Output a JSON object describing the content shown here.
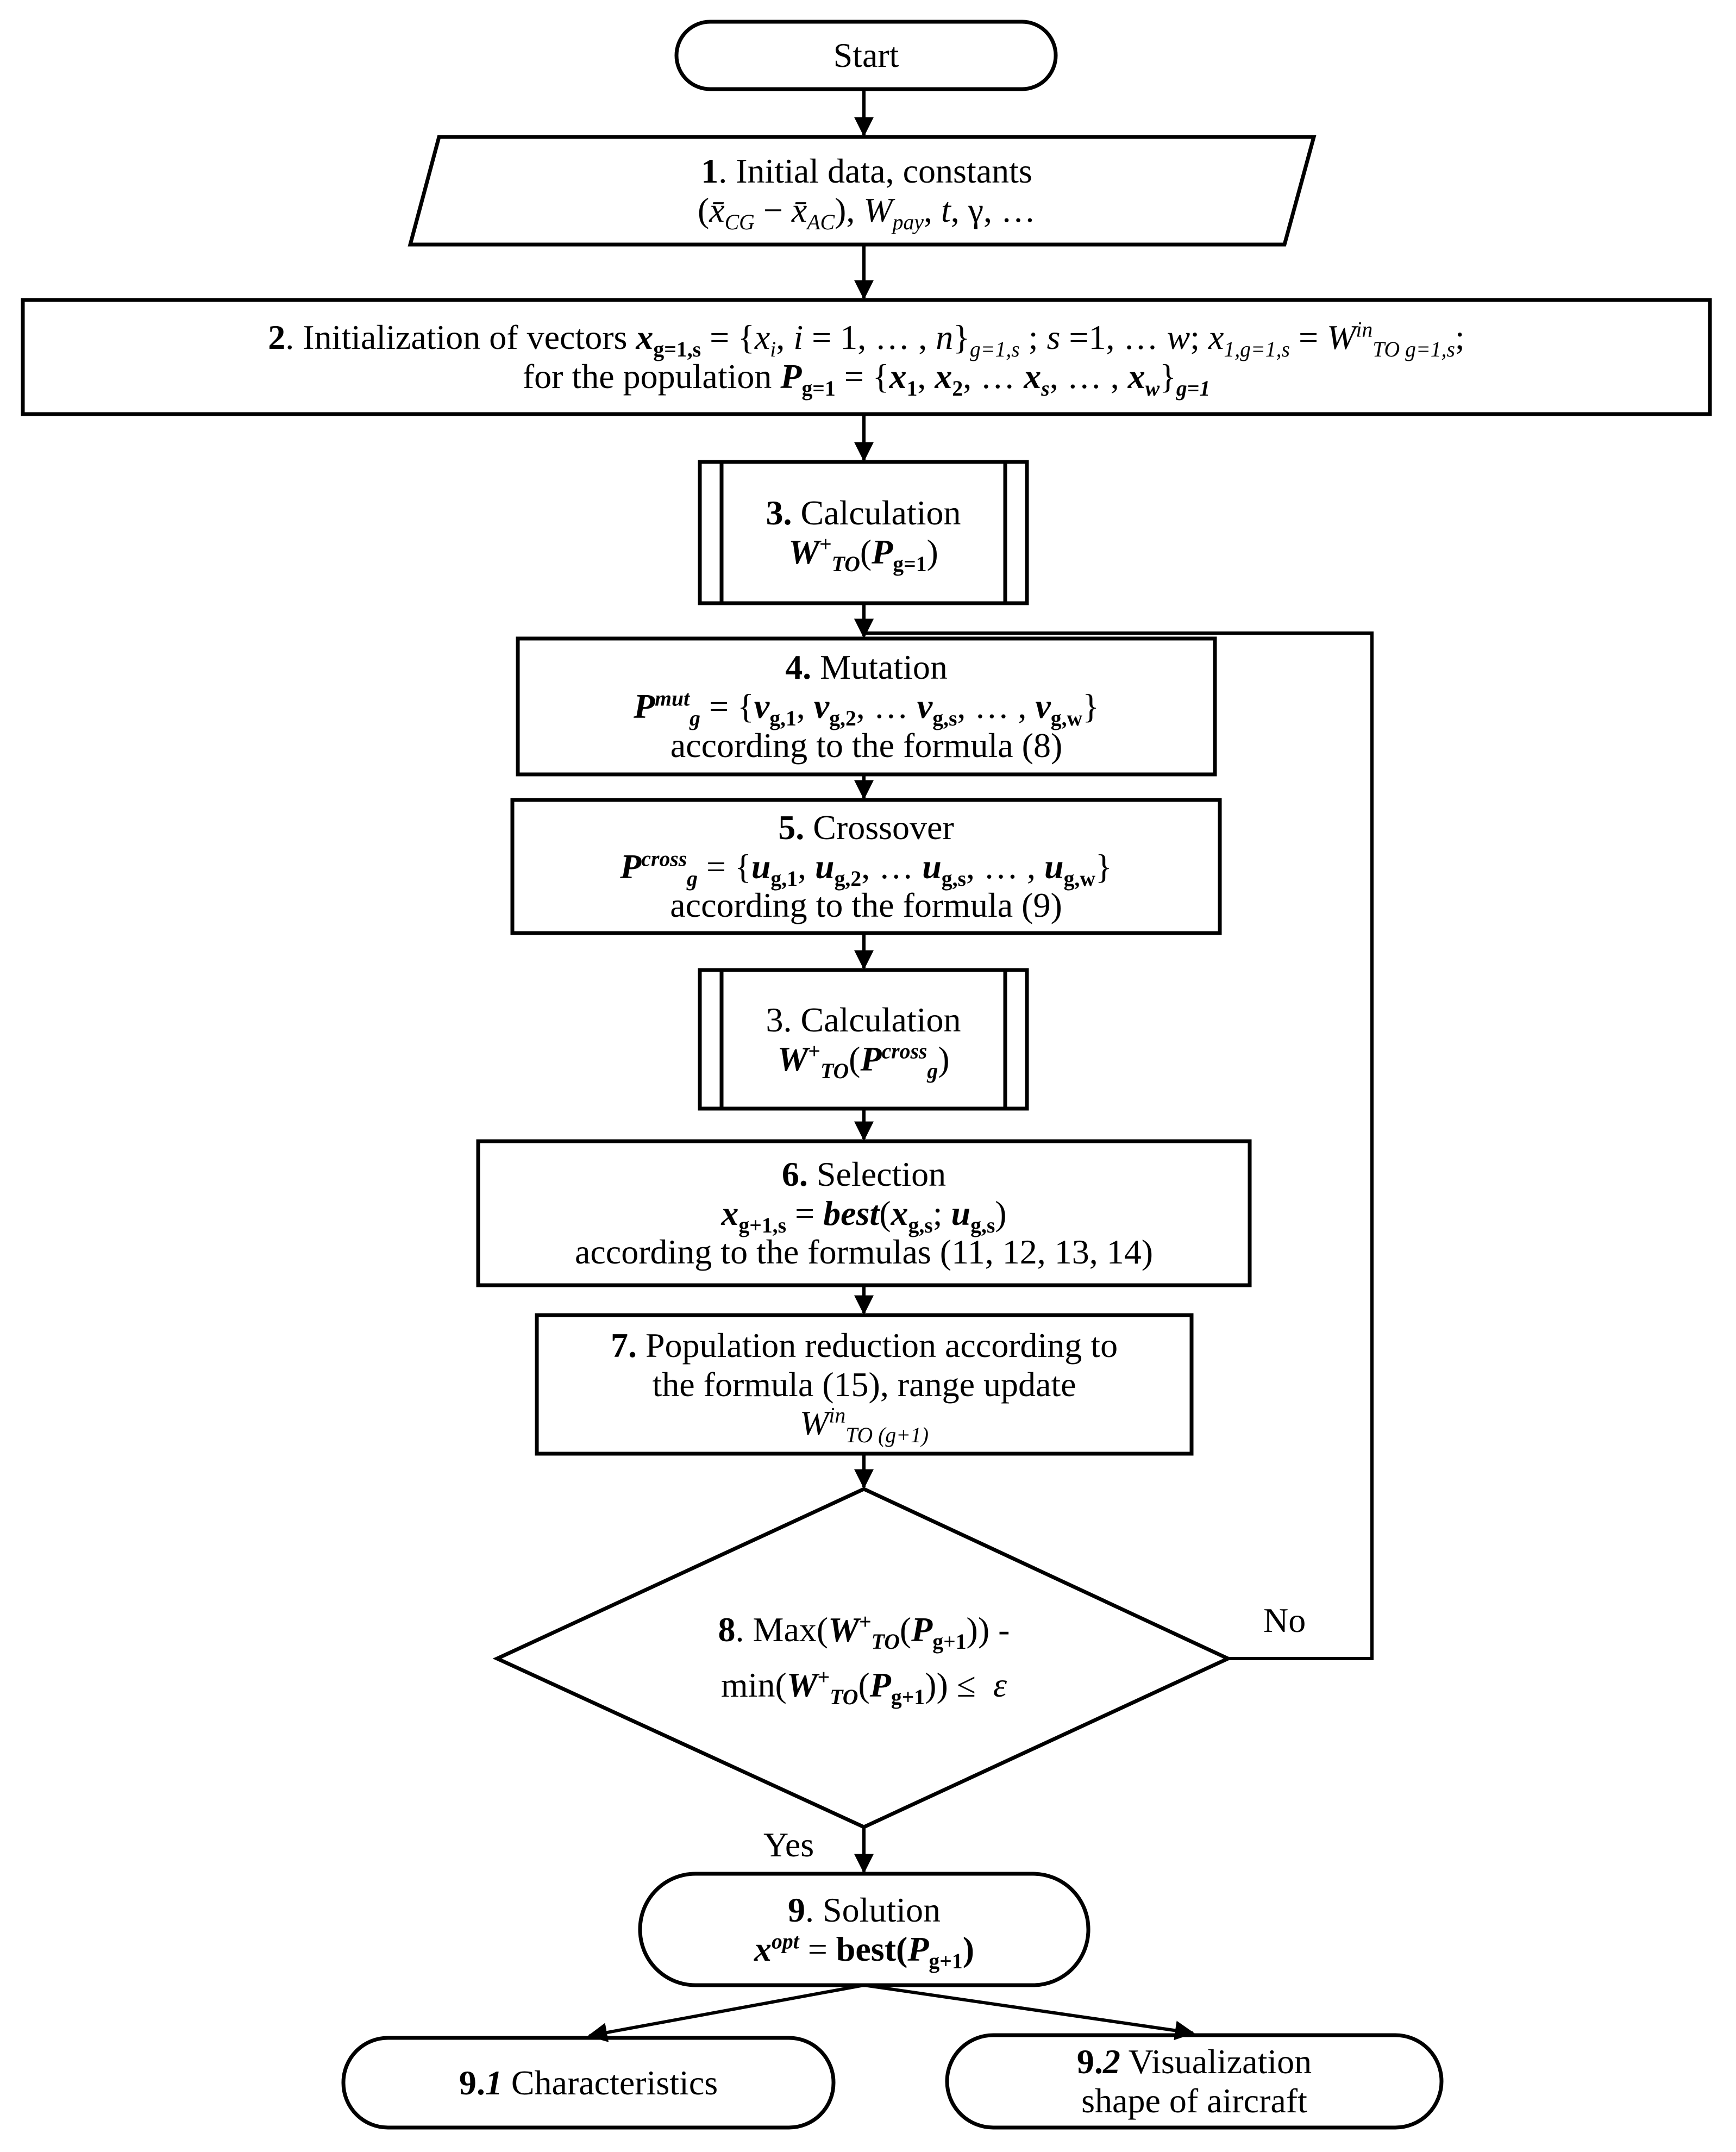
{
  "nodes": {
    "start": {
      "label": "Start"
    },
    "n1": {
      "num": "1",
      "title": ". Initial data, constants",
      "line2": "(x̄_CG − x̄_AC), W_pay, t, γ, …"
    },
    "n2": {
      "num": "2",
      "line1": ". Initialization of vectors x_{g=1,s} = {x_i, i = 1, … , n}_{g=1,s} ; s =1, … w; x_{1,g=1,s} = W^{in}_{TO g=1,s};",
      "line2": "for the population P_{g=1} = {x_1, x_2, … x_s, … , x_w}_{g=1}"
    },
    "n3a": {
      "num": "3.",
      "title": " Calculation",
      "formula": "W⁺_TO(P_{g=1})"
    },
    "n4": {
      "num": "4.",
      "title": " Mutation",
      "formula": "P_g^{mut} = {v_{g,1}, v_{g,2}, … v_{g,s}, … , v_{g,w}}",
      "note": "according to the formula (8)"
    },
    "n5": {
      "num": "5.",
      "title": " Crossover",
      "formula": "P_g^{cross} = {u_{g,1}, u_{g,2}, … u_{g,s}, … , u_{g,w}}",
      "note": "according to the formula (9)"
    },
    "n3b": {
      "title": "3. Calculation",
      "formula": "W⁺_TO(P_g^{cross})"
    },
    "n6": {
      "num": "6.",
      "title": " Selection",
      "formula": "x_{g+1,s} = best(x_{g,s}; u_{g,s})",
      "note": "according to the formulas (11, 12, 13, 14)"
    },
    "n7": {
      "num": "7.",
      "line1": " Population reduction according to",
      "line2": "the formula (15), range update",
      "line3": "W^{in}_{TO (g+1)}"
    },
    "n8": {
      "num": "8",
      "line1": ". Max(W⁺_TO(P_{g+1})) -",
      "line2": "min(W⁺_TO(P_{g+1})) ≤ ε"
    },
    "n9": {
      "num": "9",
      "title": ". Solution",
      "formula": "x^{opt} = best(P_{g+1})"
    },
    "n91": {
      "num": "9.",
      "num_italic": "1",
      "title": " Characteristics"
    },
    "n92": {
      "num": "9.",
      "num_italic": "2",
      "title": " Visualization",
      "line2": "shape of aircraft"
    }
  },
  "edge_labels": {
    "no": "No",
    "yes": "Yes"
  }
}
